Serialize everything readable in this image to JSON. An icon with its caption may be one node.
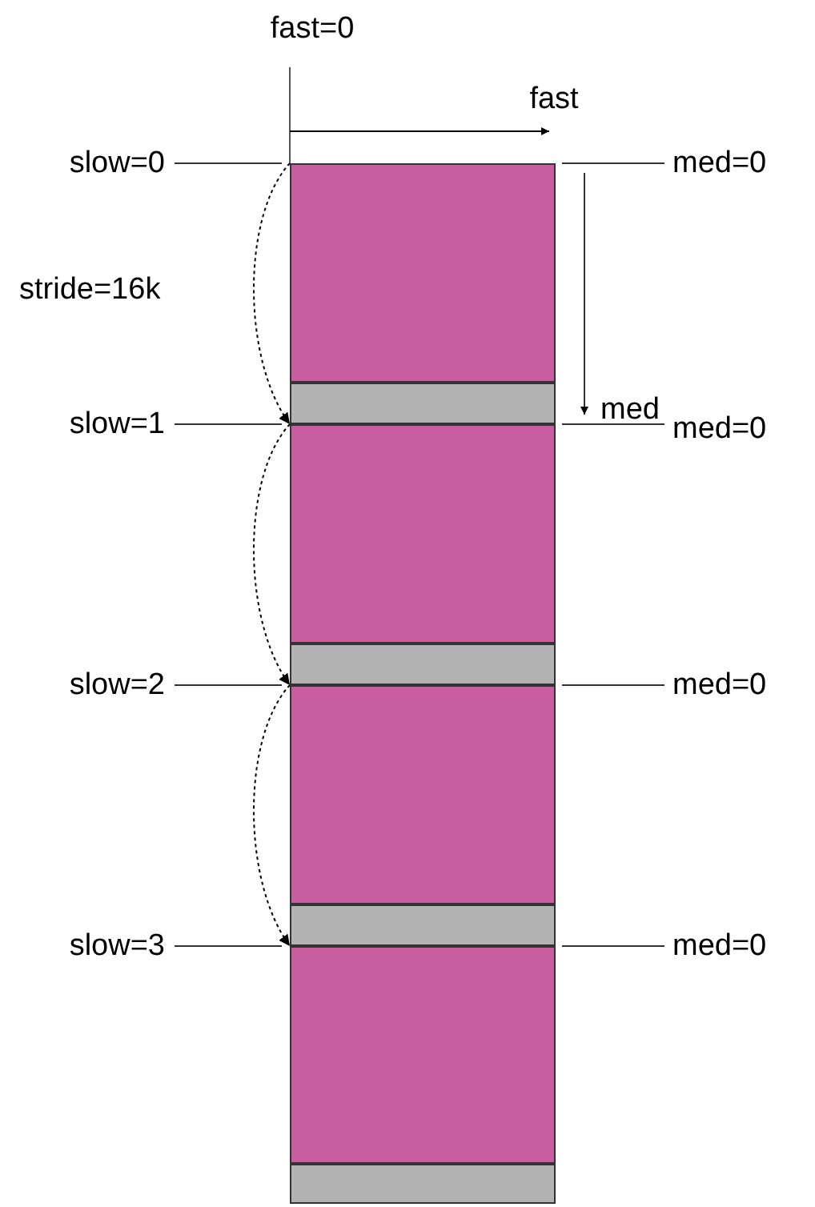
{
  "diagram": {
    "nodes": [
      {
        "text": [],
        "shape": "box"
      },
      {
        "text": [],
        "shape": "bar"
      },
      {
        "text": [],
        "shape": "box"
      },
      {
        "text": [],
        "shape": "bar"
      },
      {
        "text": [],
        "shape": "box"
      },
      {
        "text": [],
        "shape": "bar"
      },
      {
        "text": [],
        "shape": "box"
      },
      {
        "text": [],
        "shape": "bar"
      }
    ],
    "edges": [
      {
        "from": 0,
        "to": 2,
        "arrow": "to",
        "style": "dashed"
      },
      {
        "from": 2,
        "to": 4,
        "arrow": "to",
        "style": "dashed"
      },
      {
        "from": 4,
        "to": 6,
        "arrow": "to",
        "style": "dashed"
      }
    ],
    "labels": [
      "fast=0",
      "fast",
      "slow=0",
      "med=0",
      "stride=16k",
      "med",
      "slow=1",
      "med=0",
      "slow=2",
      "med=0",
      "slow=3",
      "med=0"
    ]
  }
}
